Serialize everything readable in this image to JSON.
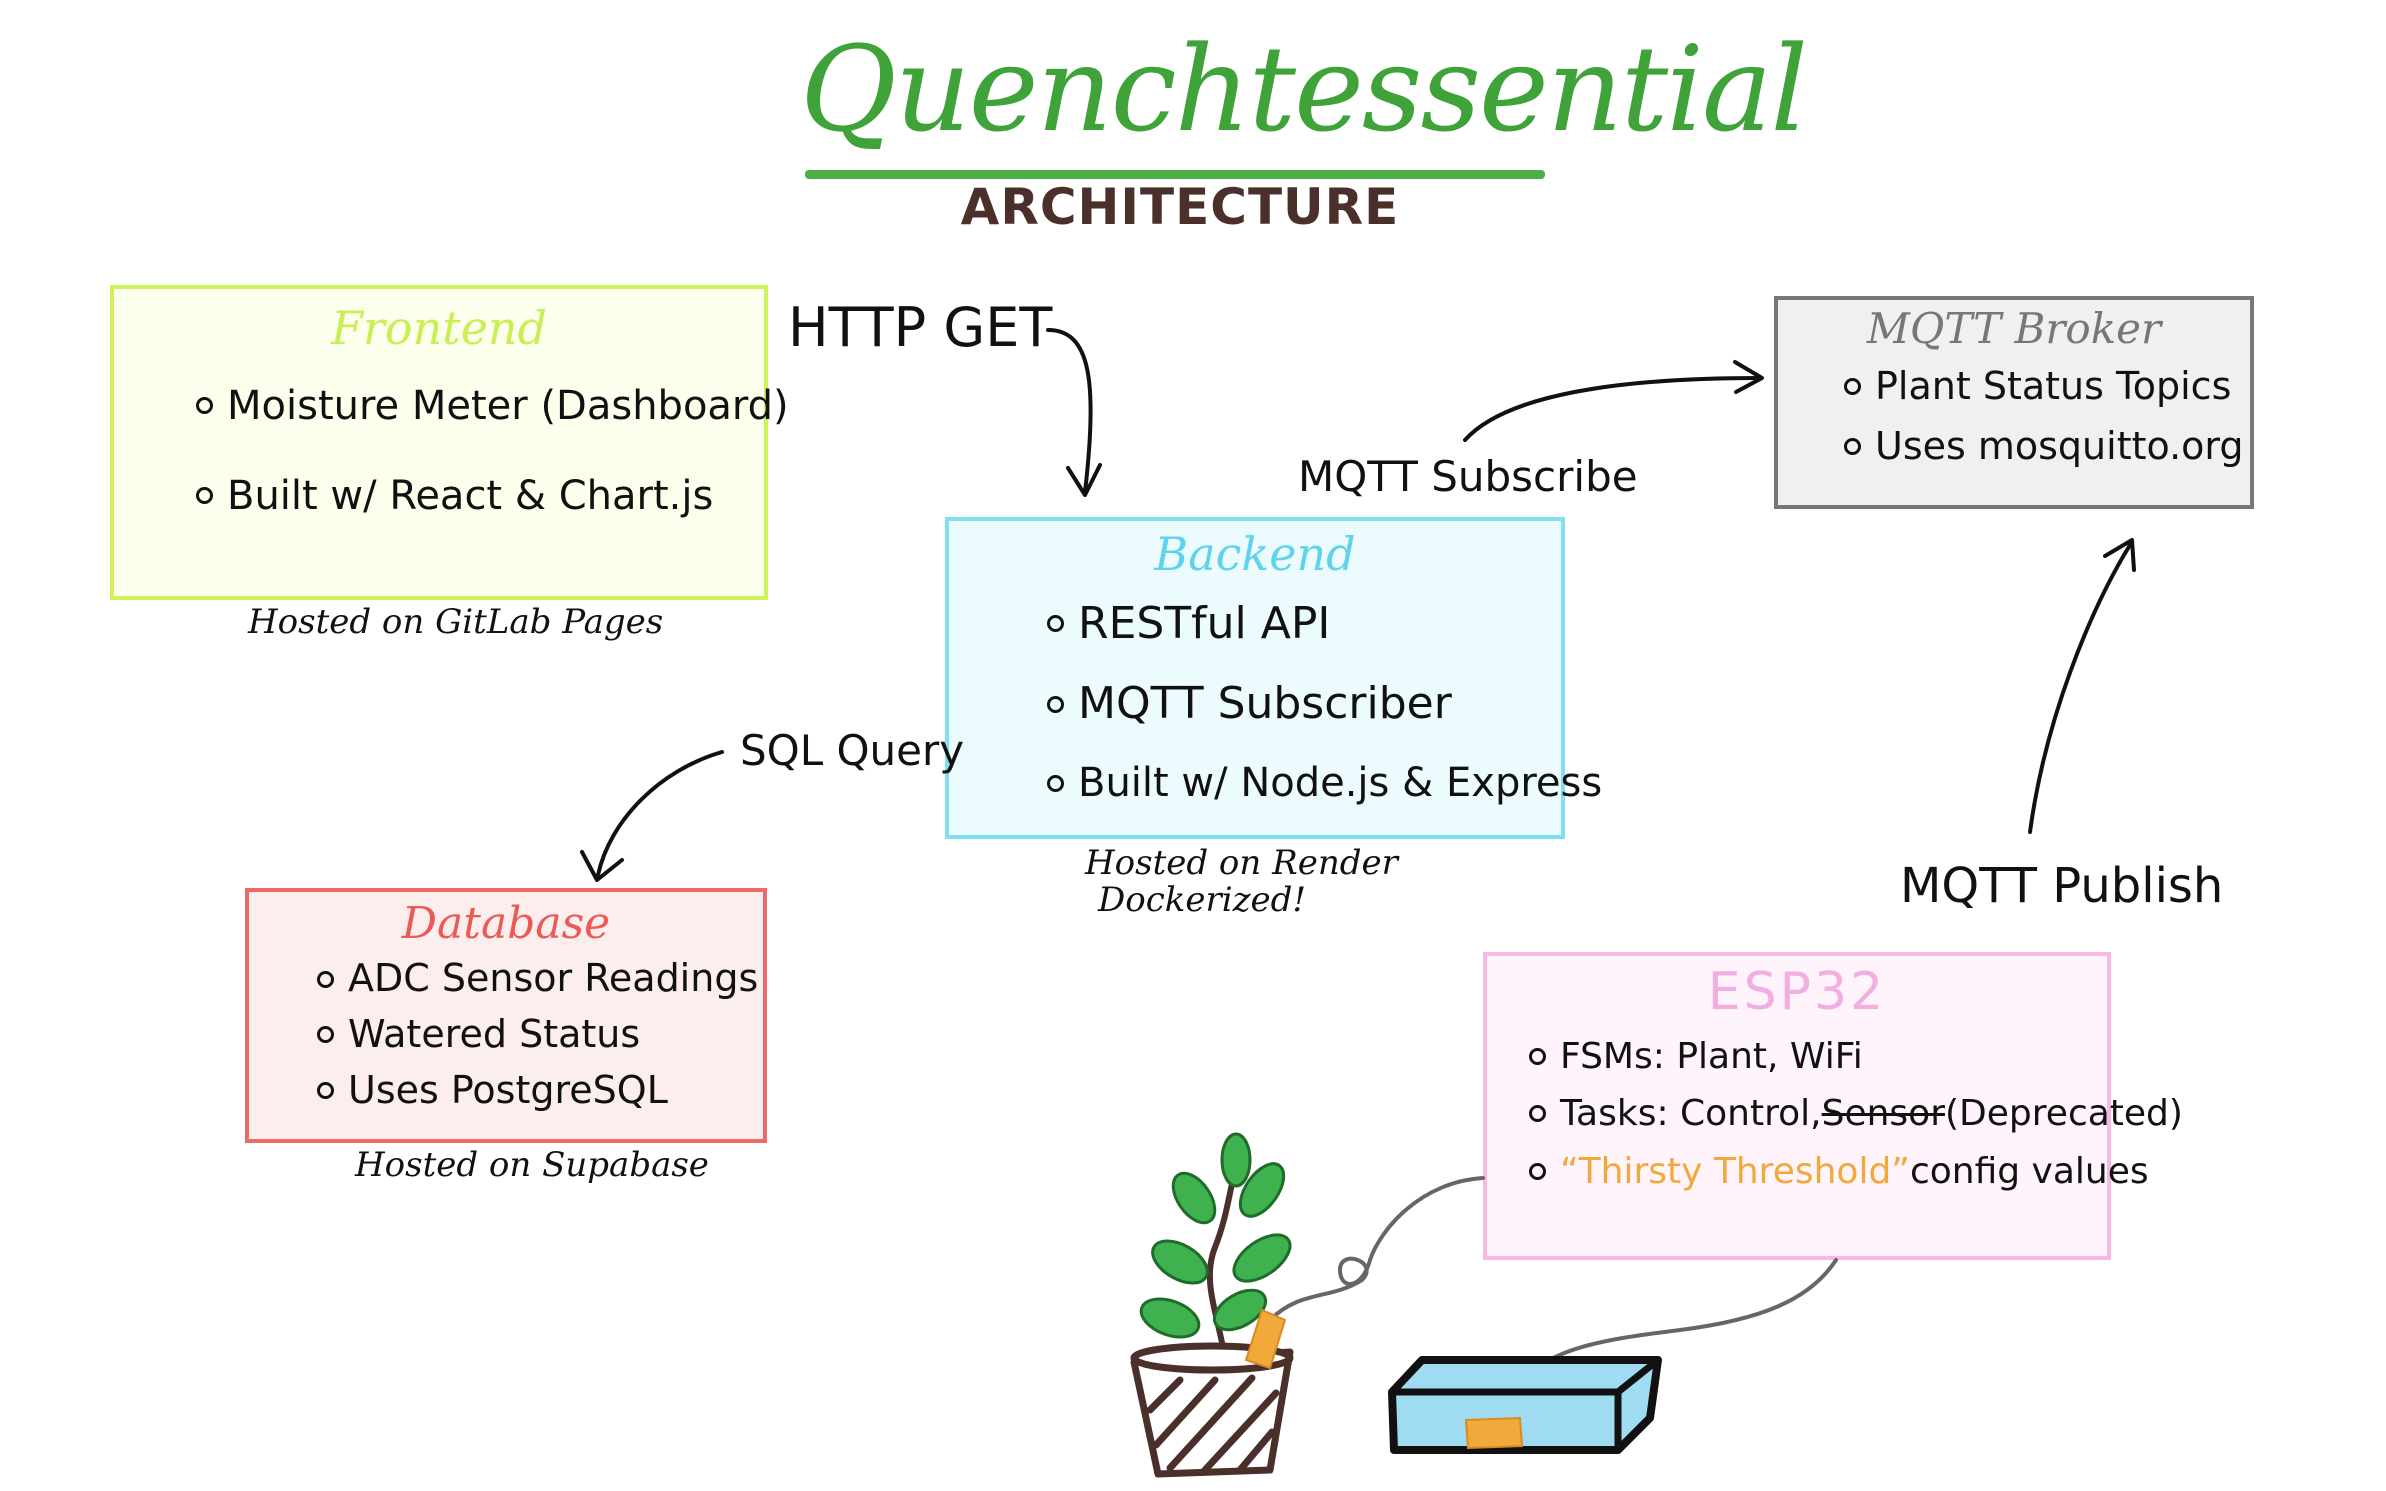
{
  "header": {
    "title": "Quenchtessential",
    "subtitle": "ARCHITECTURE"
  },
  "nodes": {
    "frontend": {
      "title": "Frontend",
      "items": [
        "Moisture Meter (Dashboard)",
        "Built w/ React & Chart.js"
      ],
      "caption": "Hosted on GitLab Pages"
    },
    "backend": {
      "title": "Backend",
      "items": [
        "RESTful API",
        "MQTT Subscriber",
        "Built w/ Node.js & Express"
      ],
      "caption_line1": "Hosted on Render",
      "caption_line2": "Dockerized!"
    },
    "broker": {
      "title": "MQTT Broker",
      "items": [
        "Plant Status Topics",
        "Uses mosquitto.org"
      ]
    },
    "database": {
      "title": "Database",
      "items": [
        "ADC Sensor Readings",
        "Watered Status",
        "Uses PostgreSQL"
      ],
      "caption": "Hosted on Supabase"
    },
    "esp32": {
      "title": "ESP32",
      "item1": "FSMs: Plant, WiFi",
      "item2_prefix": "Tasks: Control, ",
      "item2_struck": "Sensor",
      "item2_suffix": " (Deprecated)",
      "item3_highlight": "“Thirsty Threshold”",
      "item3_suffix": " config values"
    }
  },
  "edges": {
    "http_get": "HTTP GET",
    "mqtt_subscribe": "MQTT Subscribe",
    "sql_query": "SQL Query",
    "mqtt_publish": "MQTT Publish"
  },
  "colors": {
    "title": "#3fa33a",
    "subtitle": "#4a2f2a",
    "frontend": "#cdf35b",
    "backend": "#7fe0f2",
    "broker": "#777777",
    "database": "#ee6a68",
    "esp32": "#f6b9e6",
    "highlight": "#f2a93b"
  },
  "illustration": {
    "plant": "potted-plant-icon",
    "water_tray": "water-tray-icon",
    "sensor": "moisture-sensor-icon"
  }
}
